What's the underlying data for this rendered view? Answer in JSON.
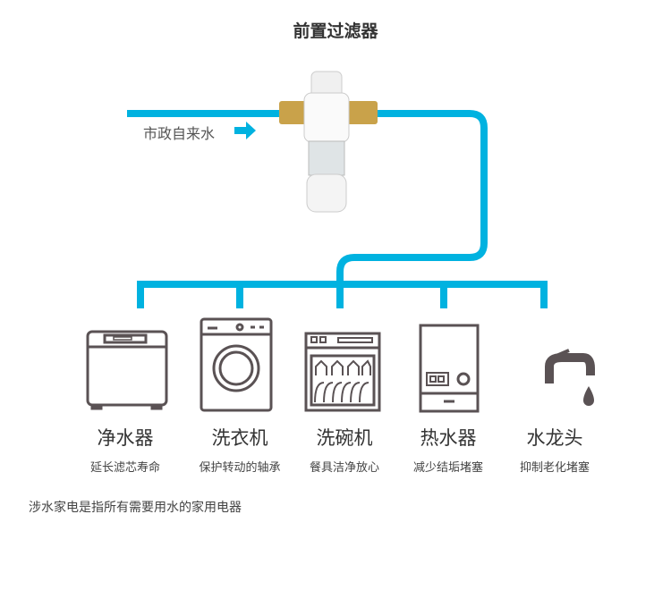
{
  "title": "前置过滤器",
  "source_label": "市政自来水",
  "colors": {
    "pipe": "#00b2e0",
    "icon": "#5a5254"
  },
  "appliances": [
    {
      "name": "净水器",
      "benefit": "延长滤芯寿命",
      "icon": "water-purifier-icon"
    },
    {
      "name": "洗衣机",
      "benefit": "保护转动的轴承",
      "icon": "washing-machine-icon"
    },
    {
      "name": "洗碗机",
      "benefit": "餐具洁净放心",
      "icon": "dishwasher-icon"
    },
    {
      "name": "热水器",
      "benefit": "减少结垢堵塞",
      "icon": "water-heater-icon"
    },
    {
      "name": "水龙头",
      "benefit": "抑制老化堵塞",
      "icon": "faucet-icon"
    }
  ],
  "note": "涉水家电是指所有需要用水的家用电器"
}
